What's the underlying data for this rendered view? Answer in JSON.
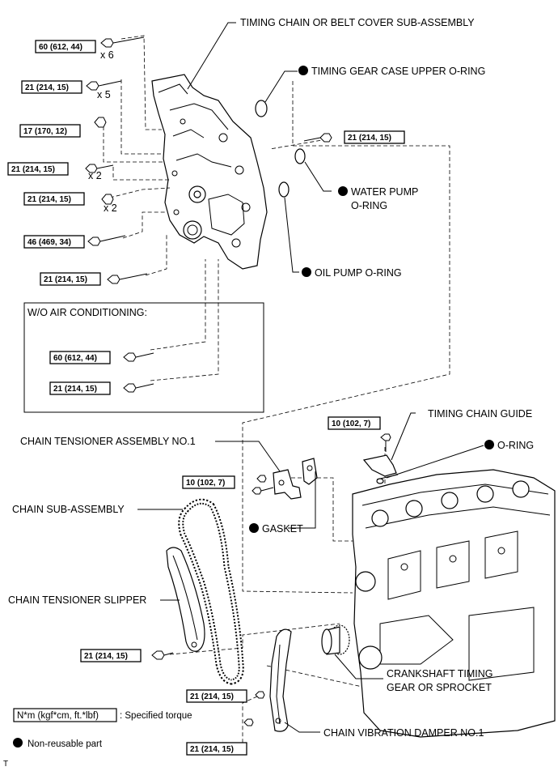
{
  "labels": {
    "cover": "TIMING CHAIN OR BELT COVER SUB-ASSEMBLY",
    "upper_oring": "TIMING GEAR CASE UPPER O-RING",
    "water_pump_oring_1": "WATER PUMP",
    "water_pump_oring_2": "O-RING",
    "oil_pump_oring": "OIL PUMP O-RING",
    "wo_ac": "W/O AIR CONDITIONING:",
    "timing_chain_guide": "TIMING CHAIN GUIDE",
    "oring": "O-RING",
    "tensioner_assy": "CHAIN TENSIONER ASSEMBLY NO.1",
    "chain_sub": "CHAIN SUB-ASSEMBLY",
    "gasket": "GASKET",
    "tensioner_slipper": "CHAIN TENSIONER SLIPPER",
    "crank_gear_1": "CRANKSHAFT TIMING",
    "crank_gear_2": "GEAR OR SPROCKET",
    "vibration_damper": "CHAIN VIBRATION DAMPER NO.1"
  },
  "torques": {
    "t1": "60 (612, 44)",
    "t2": "21 (214, 15)",
    "t3": "17 (170, 12)",
    "t4": "21 (214, 15)",
    "t5": "21 (214, 15)",
    "t6": "46 (469, 34)",
    "t7": "21 (214, 15)",
    "t8": "21 (214, 15)",
    "t9": "60 (612, 44)",
    "t10": "21 (214, 15)",
    "t11": "10 (102, 7)",
    "t12": "10 (102, 7)",
    "t13": "21 (214, 15)",
    "t14": "21 (214, 15)",
    "t15": "21 (214, 15)"
  },
  "quantities": {
    "q1": "x 6",
    "q2": "x 5",
    "q3": "x 2",
    "q4": "x 2"
  },
  "legend": {
    "torque_unit": "N*m (kgf*cm, ft.*lbf)",
    "torque_desc": ": Specified torque",
    "nonreusable": "Non-reusable part"
  },
  "corner_mark": "T"
}
